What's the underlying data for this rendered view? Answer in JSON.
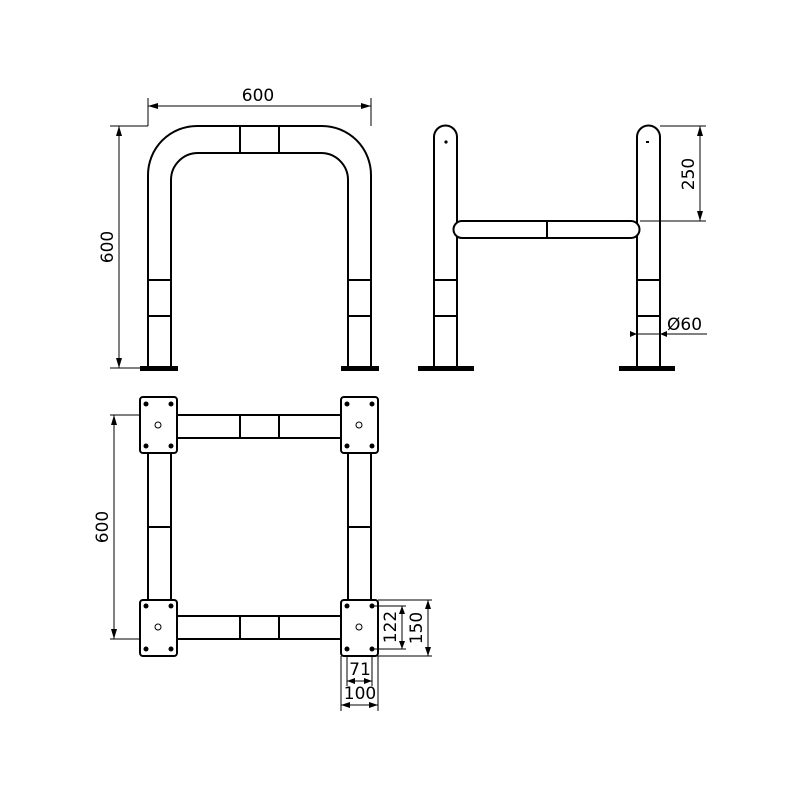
{
  "front_view": {
    "width_label": "600",
    "height_label": "600"
  },
  "side_view": {
    "height_label": "250",
    "diameter_label": "Ø60"
  },
  "top_view": {
    "depth_label": "600",
    "plate_length_label": "150",
    "plate_hole_spacing_label": "122",
    "plate_width_label": "100",
    "plate_hole_width_label": "71"
  }
}
